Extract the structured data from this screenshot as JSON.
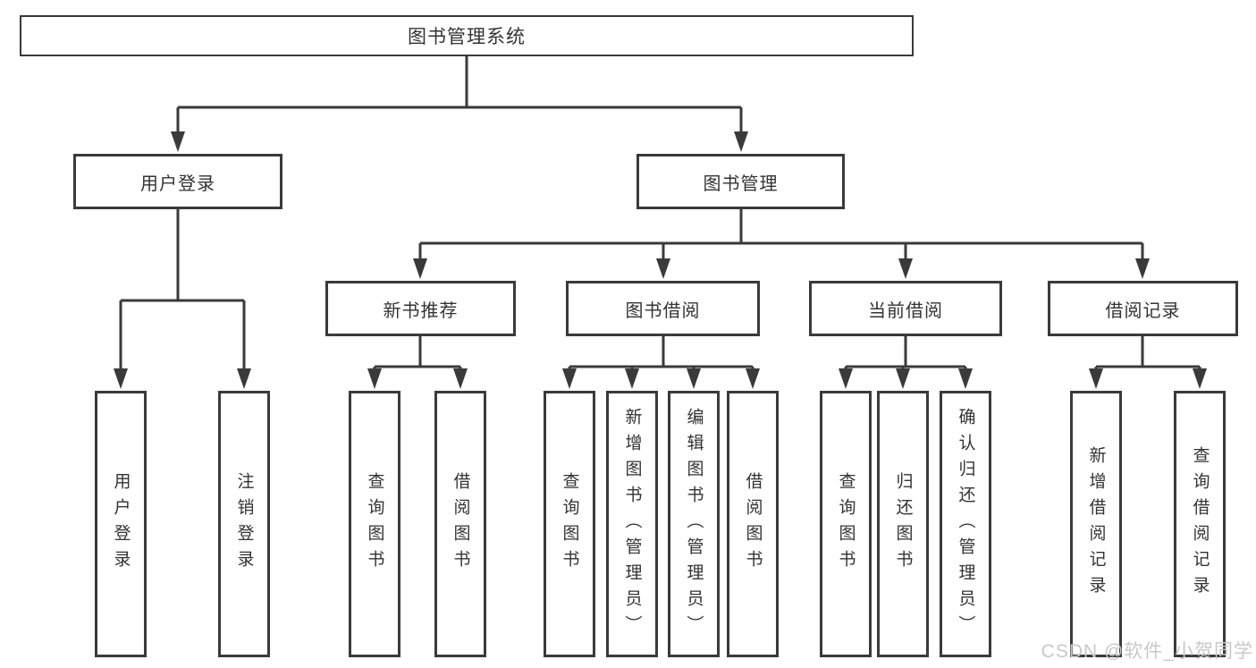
{
  "root": {
    "label": "图书管理系统"
  },
  "level2": [
    {
      "label": "用户登录"
    },
    {
      "label": "图书管理"
    }
  ],
  "level3": [
    {
      "label": "新书推荐"
    },
    {
      "label": "图书借阅"
    },
    {
      "label": "当前借阅"
    },
    {
      "label": "借阅记录"
    }
  ],
  "leaves": [
    {
      "label": "用户登录"
    },
    {
      "label": "注销登录"
    },
    {
      "label": "查询图书"
    },
    {
      "label": "借阅图书"
    },
    {
      "label": "查询图书"
    },
    {
      "label": "新增图书（管理员）"
    },
    {
      "label": "编辑图书（管理员）"
    },
    {
      "label": "借阅图书"
    },
    {
      "label": "查询图书"
    },
    {
      "label": "归还图书"
    },
    {
      "label": "确认归还（管理员）"
    },
    {
      "label": "新增借阅记录"
    },
    {
      "label": "查询借阅记录"
    }
  ],
  "watermark": {
    "text": "CSDN @软件_小贺同学"
  },
  "colors": {
    "line": "#3a3a3a",
    "text": "#333333",
    "watermark": "#c8c8c8",
    "background": "#ffffff"
  }
}
